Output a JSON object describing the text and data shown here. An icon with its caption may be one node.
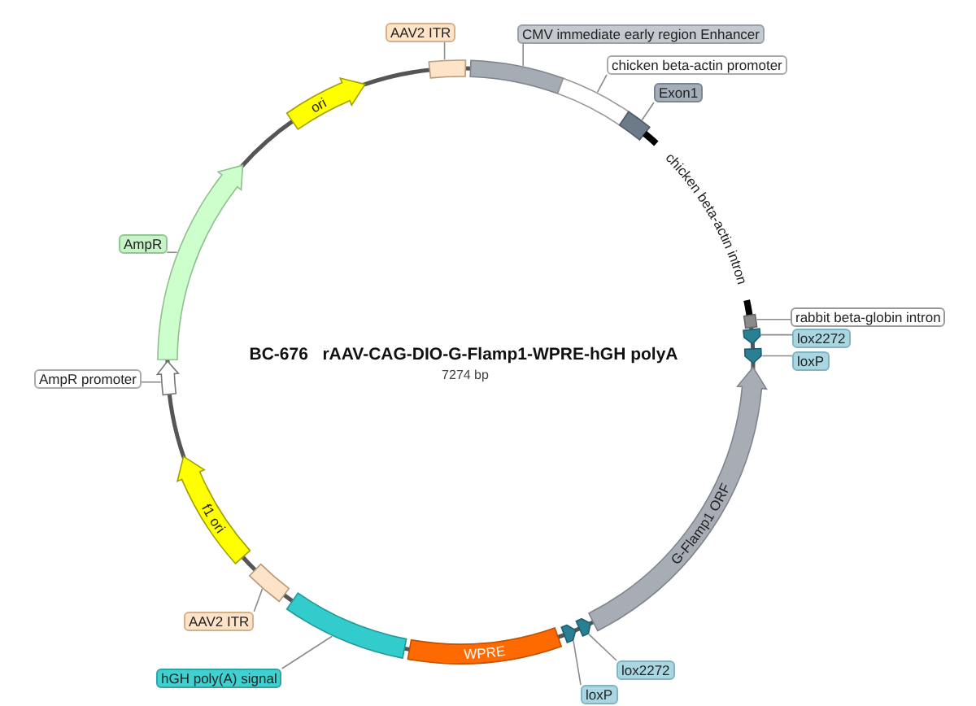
{
  "diagram": {
    "title": "BC-676   rAAV-CAG-DIO-G-Flamp1-WPRE-hGH polyA",
    "nodes": [
      {
        "text": [
          "AAV2 ITR"
        ]
      },
      {
        "text": [],
        "shape": "box"
      },
      {
        "text": [
          "CMV immediate early region Enhancer"
        ]
      },
      {
        "text": [],
        "shape": "bar"
      },
      {
        "text": [
          "chicken beta-actin promoter"
        ]
      },
      {
        "text": [],
        "shape": "bar"
      },
      {
        "text": [
          "Exon1"
        ]
      },
      {
        "text": [],
        "shape": "box"
      },
      {
        "text": [
          "chicken beta-actin intron"
        ]
      },
      {
        "text": [
          "rabbit beta-globin intron"
        ]
      },
      {
        "text": [],
        "shape": "bar"
      },
      {
        "text": [
          "lox2272"
        ]
      },
      {
        "text": [],
        "shape": "arrow"
      },
      {
        "text": [
          "loxP"
        ]
      },
      {
        "text": [],
        "shape": "arrow"
      },
      {
        "text": [
          "G-Flamp1 ORF"
        ]
      },
      {
        "text": [
          "lox2272"
        ]
      },
      {
        "text": [],
        "shape": "arrow"
      },
      {
        "text": [
          "loxP"
        ]
      },
      {
        "text": [],
        "shape": "arrow"
      },
      {
        "text": [
          "WPRE"
        ]
      },
      {
        "text": [
          "hGH poly(A) signal"
        ]
      },
      {
        "text": [],
        "shape": "bar"
      },
      {
        "text": [
          "AAV2 ITR"
        ]
      },
      {
        "text": [],
        "shape": "box"
      },
      {
        "text": [
          "f1 ori"
        ]
      },
      {
        "text": [
          "AmpR promoter"
        ]
      },
      {
        "text": [],
        "shape": "arrow"
      },
      {
        "text": [
          "AmpR"
        ]
      },
      {
        "text": [],
        "shape": "arrow"
      },
      {
        "text": [
          "ori"
        ]
      }
    ],
    "edges": [
      {
        "from": 0,
        "to": 1,
        "arrow": "none"
      },
      {
        "from": 2,
        "to": 3,
        "arrow": "none"
      },
      {
        "from": 4,
        "to": 5,
        "arrow": "none"
      },
      {
        "from": 6,
        "to": 7,
        "arrow": "none"
      },
      {
        "from": 9,
        "to": 10,
        "arrow": "none"
      },
      {
        "from": 11,
        "to": 12,
        "arrow": "none"
      },
      {
        "from": 13,
        "to": 14,
        "arrow": "none"
      },
      {
        "from": 16,
        "to": 17,
        "arrow": "none"
      },
      {
        "from": 18,
        "to": 19,
        "arrow": "none"
      },
      {
        "from": 21,
        "to": 22,
        "arrow": "none"
      },
      {
        "from": 23,
        "to": 24,
        "arrow": "none"
      },
      {
        "from": 26,
        "to": 27,
        "arrow": "none"
      },
      {
        "from": 28,
        "to": 29,
        "arrow": "none"
      }
    ],
    "labels": [
      "7274 bp"
    ]
  }
}
